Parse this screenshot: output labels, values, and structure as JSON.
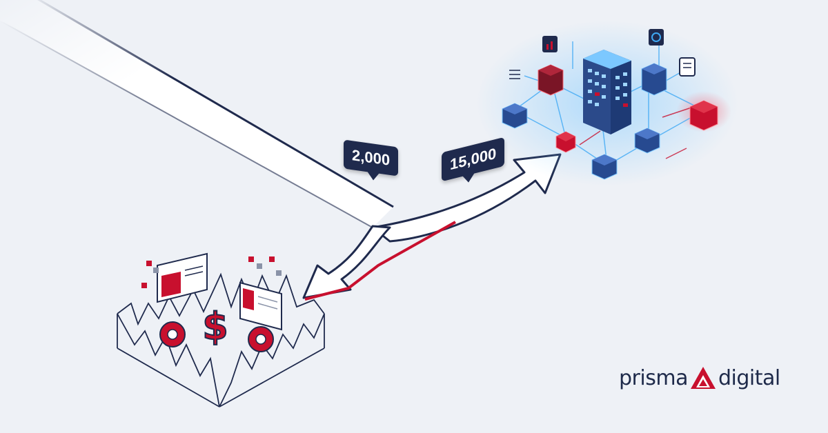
{
  "labels": {
    "left_path_value": "2,000",
    "right_path_value": "15,000"
  },
  "brand": {
    "prefix": "prisma",
    "suffix": "digital"
  },
  "colors": {
    "background": "#eef1f6",
    "navy": "#1f2a4d",
    "accent_red": "#c8102e",
    "glow_blue": "#3fa9f5"
  },
  "icons": [
    "arrow-icon",
    "fork-arrow-icon",
    "trap-pit-icon",
    "dollar-sign-icon",
    "gear-icon",
    "server-building-icon",
    "cube-icon",
    "chat-bubble-icon",
    "logo-triangle-icon"
  ]
}
